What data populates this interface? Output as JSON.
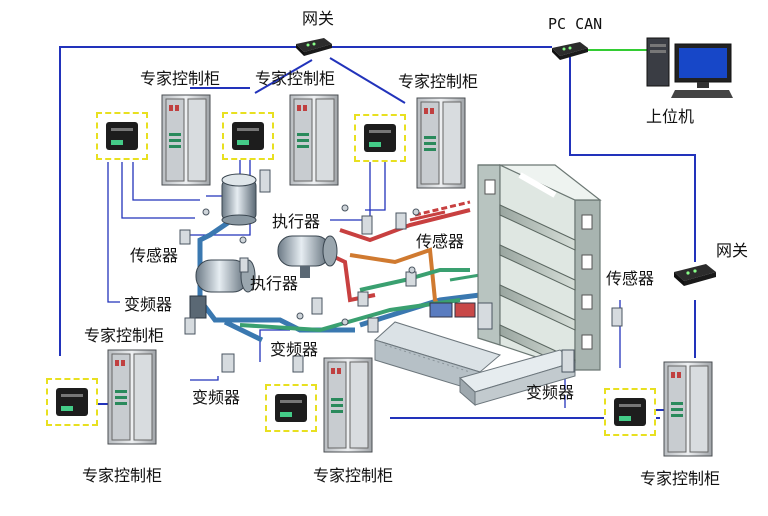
{
  "labels": {
    "gateway_top": "网关",
    "pc_can": "PC CAN",
    "host": "上位机",
    "gateway_right": "网关",
    "cabinet": "专家控制柜",
    "sensor": "传感器",
    "actuator": "执行器",
    "vfd": "变频器"
  },
  "colors": {
    "network_line": "#2233bb",
    "pc_link": "#33cc33",
    "duct_blue": "#3a78b0",
    "duct_red": "#c84040",
    "duct_orange": "#d07a30",
    "duct_green": "#3aa070",
    "module_border": "#e8e020"
  },
  "icons": [
    "gateway-icon",
    "pc-can-icon",
    "computer-icon",
    "expert-cabinet-icon",
    "controller-module-icon",
    "sensor-icon",
    "pump-icon",
    "tank-icon",
    "air-duct-icon",
    "building-shelves-icon"
  ]
}
